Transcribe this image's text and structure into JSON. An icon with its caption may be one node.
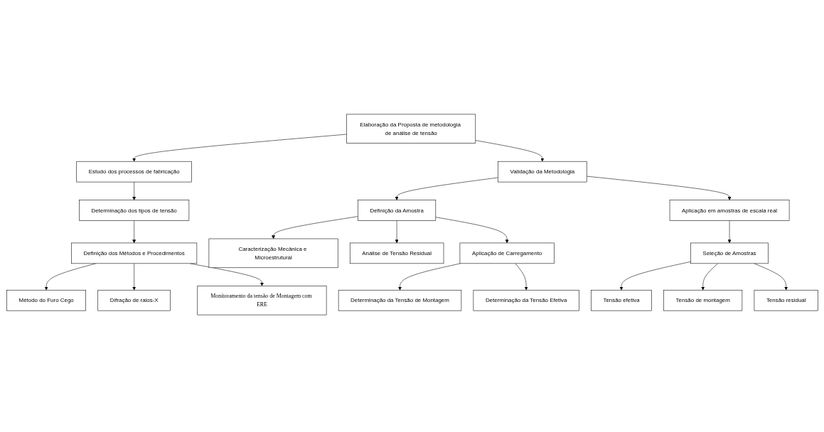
{
  "diagram": {
    "nodes": [
      {
        "text": [
          "Elaboração da Proposta de metodologia de análise de tensão"
        ]
      },
      {
        "text": [
          "Estudo dos processos de fabricação"
        ]
      },
      {
        "text": [
          "Determinação dos tipos de tensão"
        ]
      },
      {
        "text": [
          "Definição dos Métodos e Procedimentos"
        ]
      },
      {
        "text": [
          "Método do Furo Cego"
        ]
      },
      {
        "text": [
          "Difração de raios-X"
        ]
      },
      {
        "text": [
          "Monitoramento da tensão de Montagem com ERE"
        ]
      },
      {
        "text": [
          "Validação da Metodologia"
        ]
      },
      {
        "text": [
          "Definição da Amostra"
        ]
      },
      {
        "text": [
          "Caracterização Mecânica e Microestrutural"
        ]
      },
      {
        "text": [
          "Análise de Tensão Residual"
        ]
      },
      {
        "text": [
          "Aplicação de Carregamento"
        ]
      },
      {
        "text": [
          "Determinação da Tensão de Montagem"
        ]
      },
      {
        "text": [
          "Determinação da Tensão Efetiva"
        ]
      },
      {
        "text": [
          "Aplicação em amostras de escala real"
        ]
      },
      {
        "text": [
          "Seleção de Amostras"
        ]
      },
      {
        "text": [
          "Tensão efetiva"
        ]
      },
      {
        "text": [
          "Tensão de montagem"
        ]
      },
      {
        "text": [
          "Tensão residual"
        ]
      }
    ],
    "edges": [
      {
        "from": 0,
        "to": 1,
        "arrow": "to"
      },
      {
        "from": 0,
        "to": 7,
        "arrow": "to"
      },
      {
        "from": 1,
        "to": 2,
        "arrow": "to"
      },
      {
        "from": 2,
        "to": 3,
        "arrow": "to"
      },
      {
        "from": 3,
        "to": 4,
        "arrow": "to"
      },
      {
        "from": 3,
        "to": 5,
        "arrow": "to"
      },
      {
        "from": 3,
        "to": 6,
        "arrow": "to"
      },
      {
        "from": 7,
        "to": 8,
        "arrow": "to"
      },
      {
        "from": 8,
        "to": 9,
        "arrow": "to"
      },
      {
        "from": 8,
        "to": 10,
        "arrow": "to"
      },
      {
        "from": 8,
        "to": 11,
        "arrow": "to"
      },
      {
        "from": 11,
        "to": 12,
        "arrow": "to"
      },
      {
        "from": 11,
        "to": 13,
        "arrow": "to"
      },
      {
        "from": 7,
        "to": 14,
        "arrow": "to"
      },
      {
        "from": 14,
        "to": 15,
        "arrow": "to"
      },
      {
        "from": 15,
        "to": 16,
        "arrow": "to"
      },
      {
        "from": 15,
        "to": 17,
        "arrow": "to"
      },
      {
        "from": 15,
        "to": 18,
        "arrow": "to"
      }
    ]
  }
}
